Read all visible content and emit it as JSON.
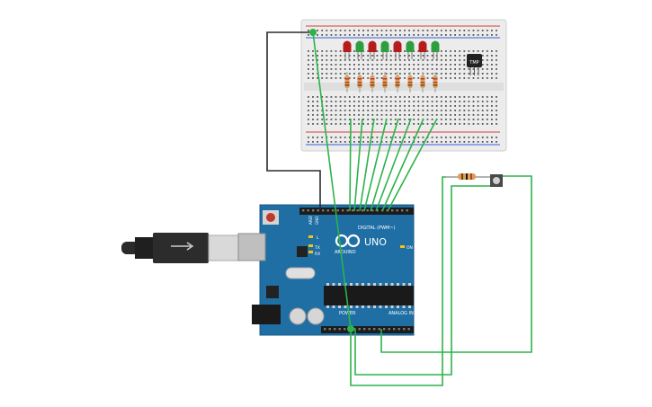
{
  "canvas": {
    "background": "#ffffff"
  },
  "colors": {
    "wire_green": "#2db34a",
    "wire_black": "#2b2b2b",
    "arduino_blue": "#1f6fa5",
    "breadboard": "#ececec",
    "led_red": "#b71c1c",
    "led_green": "#2e9e3e",
    "resistor": "#d9a15a"
  },
  "arduino": {
    "brand": "ARDUINO",
    "model": "UNO",
    "digital_label": "DIGITAL (PWM~)",
    "analog_label": "ANALOG IN",
    "power_label": "POWER",
    "tx_label": "TX",
    "rx_label": "RX",
    "on_label": "ON",
    "l_label": "L",
    "aref_label": "AREF",
    "gnd_label": "GND"
  },
  "sensor": {
    "label": "TMP"
  },
  "breadboard": {
    "leds": [
      "red",
      "green",
      "red",
      "green",
      "red",
      "green",
      "red",
      "green"
    ]
  },
  "icons": [
    "usb-plug-icon",
    "pushbutton-icon"
  ]
}
